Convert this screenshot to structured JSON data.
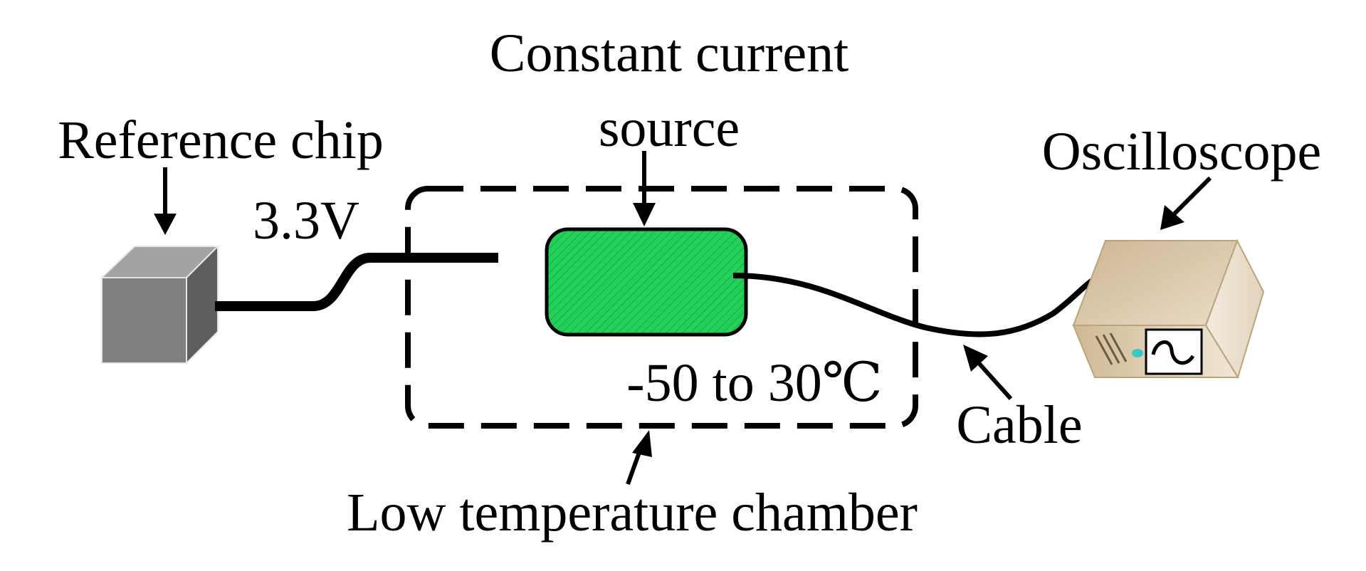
{
  "labels": {
    "source_title_line1": "Constant current",
    "source_title_line2": "source",
    "reference_chip": "Reference chip",
    "voltage": "3.3V",
    "oscilloscope": "Oscilloscope",
    "temperature_range": "-50 to 30℃",
    "cable": "Cable",
    "chamber": "Low temperature chamber"
  },
  "colors": {
    "source_fill": "#22d15a",
    "chip_front": "#7f7f7f",
    "chip_top": "#a3a3a3",
    "chip_side": "#5e5e5e",
    "scope_body": "#d7c3a3",
    "scope_accent": "#3ec7c0"
  },
  "icons": {
    "chip": "gray-cube",
    "scope": "oscilloscope-box",
    "waveform": "sine-wave-screen"
  }
}
